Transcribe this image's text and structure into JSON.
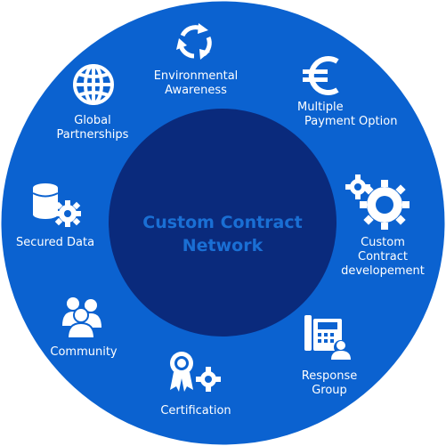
{
  "center": {
    "line1": "Custom Contract",
    "line2": "Network"
  },
  "items": [
    {
      "icon": "recycle-arrows-icon",
      "line1": "Environmental",
      "line2": "Awareness"
    },
    {
      "icon": "euro-icon",
      "line1": "Multiple",
      "line2": "Payment Option"
    },
    {
      "icon": "gears-icon",
      "line1": "Custom",
      "line2": "Contract",
      "line3": "developement"
    },
    {
      "icon": "phone-user-icon",
      "line1": "Response",
      "line2": "Group"
    },
    {
      "icon": "certificate-gear-icon",
      "line1": "Certification"
    },
    {
      "icon": "people-icon",
      "line1": "Community"
    },
    {
      "icon": "database-gear-icon",
      "line1": "Secured Data"
    },
    {
      "icon": "globe-icon",
      "line1": "Global",
      "line2": "Partnerships"
    }
  ],
  "colors": {
    "outer_ring": "#0b62d0",
    "inner_circle": "#0a2a7c",
    "center_text": "#1a6fd4",
    "label": "#ffffff"
  }
}
